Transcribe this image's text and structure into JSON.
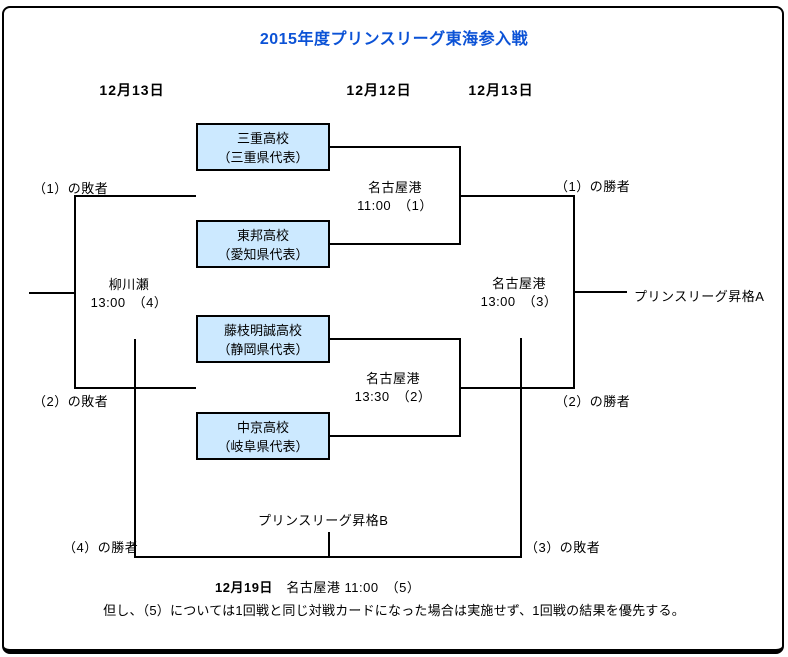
{
  "title": "2015年度プリンスリーグ東海参入戦",
  "dates": {
    "left": "12月13日",
    "center": "12月12日",
    "right": "12月13日"
  },
  "teams": [
    {
      "name": "三重高校",
      "prefecture": "（三重県代表）"
    },
    {
      "name": "東邦高校",
      "prefecture": "（愛知県代表）"
    },
    {
      "name": "藤枝明誠高校",
      "prefecture": "（静岡県代表）"
    },
    {
      "name": "中京高校",
      "prefecture": "（岐阜県代表）"
    }
  ],
  "matches": {
    "m1": {
      "venue": "名古屋港",
      "time": "11:00　（1）"
    },
    "m2": {
      "venue": "名古屋港",
      "time": "13:30　（2）"
    },
    "m3": {
      "venue": "名古屋港",
      "time": "13:00　（3）"
    },
    "m4": {
      "venue": "柳川瀬",
      "time": "13:00　（4）"
    }
  },
  "labels": {
    "loser1": "（1）の敗者",
    "loser2": "（2）の敗者",
    "winner1": "（1）の勝者",
    "winner2": "（2）の勝者",
    "winner4": "（4）の勝者",
    "loser3": "（3）の敗者",
    "promotion_a": "プリンスリーグ昇格A",
    "promotion_b": "プリンスリーグ昇格B"
  },
  "footer": {
    "match5_date": "12月19日",
    "match5_info": "　名古屋港 11:00　（5）",
    "note": "但し、（5）については1回戦と同じ対戦カードになった場合は実施せず、1回戦の結果を優先する。"
  },
  "colors": {
    "title_blue": "#0b52d6",
    "team_box_fill": "#cce9ff",
    "line": "#000000"
  }
}
